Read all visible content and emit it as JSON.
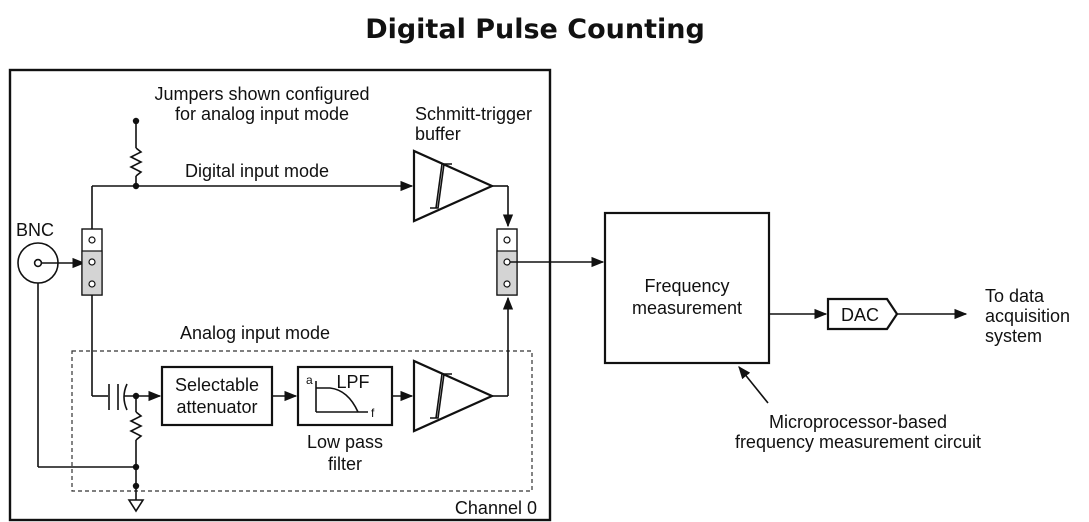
{
  "title": "Digital Pulse Counting",
  "labels": {
    "jumpers_line1": "Jumpers shown configured",
    "jumpers_line2": "for analog input mode",
    "schmitt_line1": "Schmitt-trigger",
    "schmitt_line2": "buffer",
    "digital_mode": "Digital input mode",
    "bnc": "BNC",
    "analog_mode": "Analog input mode",
    "attenuator_line1": "Selectable",
    "attenuator_line2": "attenuator",
    "lpf": "LPF",
    "lpf_axis_a": "a",
    "lpf_axis_f": "f",
    "lowpass_line1": "Low pass",
    "lowpass_line2": "filter",
    "freq_line1": "Frequency",
    "freq_line2": "measurement",
    "dac": "DAC",
    "output_line1": "To data",
    "output_line2": "acquisition",
    "output_line3": "system",
    "micro_line1": "Microprocessor-based",
    "micro_line2": "frequency measurement circuit",
    "channel": "Channel 0"
  }
}
